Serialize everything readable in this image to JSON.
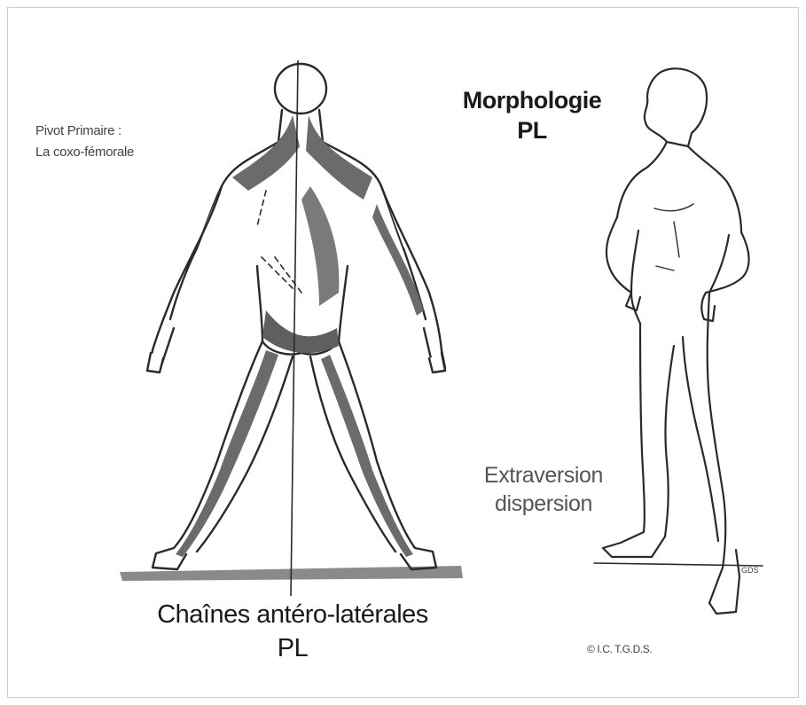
{
  "pivot": {
    "line1": "Pivot Primaire :",
    "line2": "La coxo-fémorale"
  },
  "morphologie": {
    "line1": "Morphologie",
    "line2": "PL"
  },
  "extraversion": {
    "line1": "Extraversion",
    "line2": "dispersion"
  },
  "chaines": {
    "line1": "Chaînes antéro-latérales",
    "line2": "PL"
  },
  "copyright": "© I.C. T.G.D.S.",
  "signature": "GDS",
  "colors": {
    "muscle": "#6b6b6b",
    "outline": "#2a2a2a",
    "ground": "#7a7a7a"
  }
}
